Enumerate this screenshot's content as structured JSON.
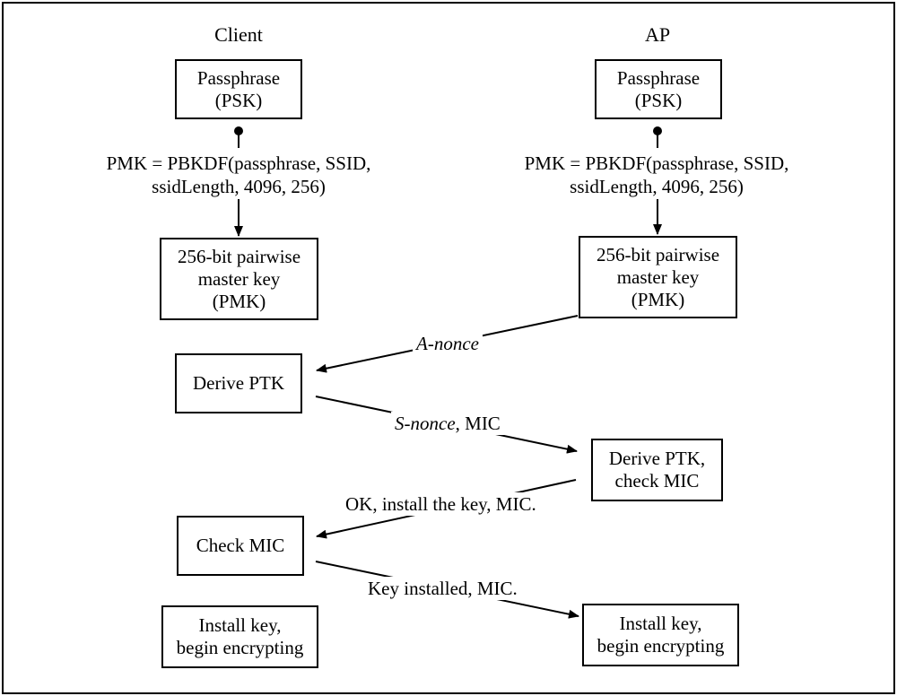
{
  "columns": {
    "client": "Client",
    "ap": "AP"
  },
  "client": {
    "passphrase": [
      "Passphrase",
      "(PSK)"
    ],
    "formula": [
      "PMK = PBKDF(passphrase, SSID,",
      "ssidLength, 4096, 256)"
    ],
    "pmk": [
      "256-bit pairwise",
      "master key",
      "(PMK)"
    ],
    "derive_ptk": "Derive PTK",
    "check_mic": "Check MIC",
    "install": [
      "Install key,",
      "begin encrypting"
    ]
  },
  "ap": {
    "passphrase": [
      "Passphrase",
      "(PSK)"
    ],
    "formula": [
      "PMK = PBKDF(passphrase, SSID,",
      "ssidLength, 4096, 256)"
    ],
    "pmk": [
      "256-bit pairwise",
      "master key",
      "(PMK)"
    ],
    "derive_ptk": [
      "Derive PTK,",
      "check MIC"
    ],
    "install": [
      "Install key,",
      "begin encrypting"
    ]
  },
  "messages": {
    "a_nonce": "A-nonce",
    "s_nonce_italic": "S-nonce",
    "s_nonce_rest": ", MIC",
    "ok_install": "OK, install the key, MIC.",
    "key_installed": "Key installed, MIC."
  }
}
